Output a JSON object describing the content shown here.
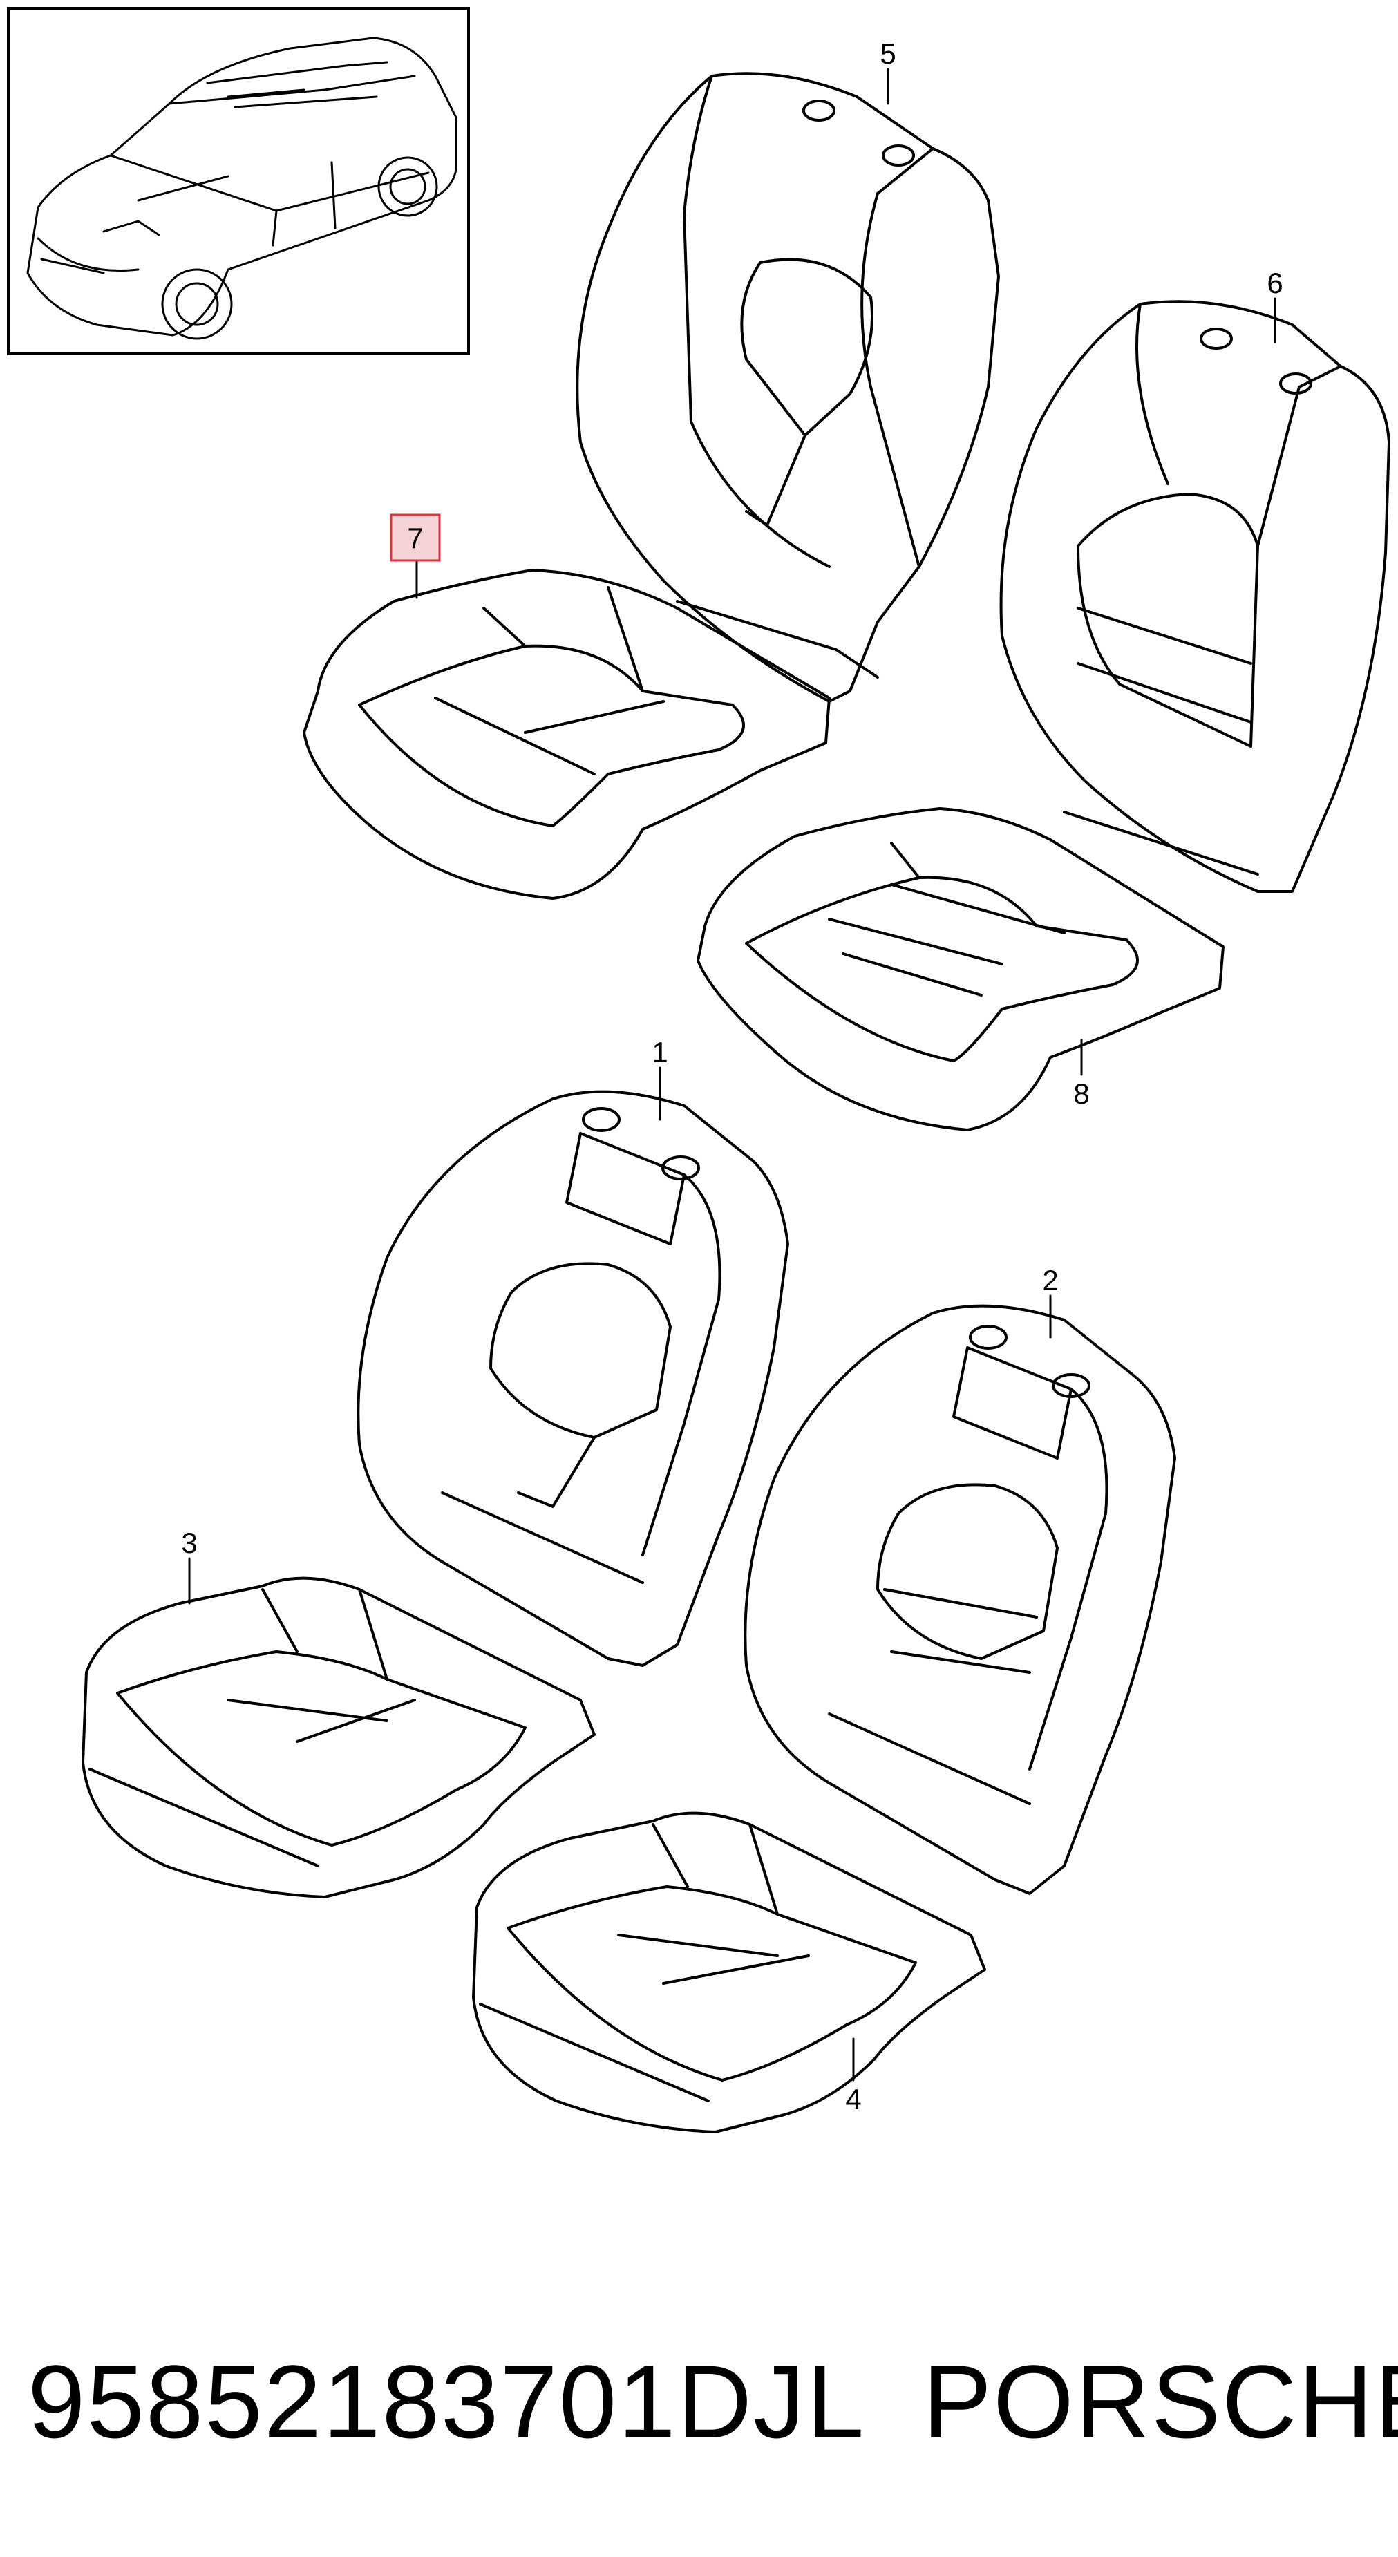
{
  "highlight": {
    "fill": "#f6d3d6",
    "stroke": "#d9343f"
  },
  "callouts": [
    {
      "id": "5",
      "label": "5"
    },
    {
      "id": "6",
      "label": "6"
    },
    {
      "id": "7",
      "label": "7",
      "highlighted": true
    },
    {
      "id": "8",
      "label": "8"
    },
    {
      "id": "1",
      "label": "1"
    },
    {
      "id": "2",
      "label": "2"
    },
    {
      "id": "3",
      "label": "3"
    },
    {
      "id": "4",
      "label": "4"
    }
  ],
  "footer": {
    "part_number": "95852183701DJL",
    "brand": "PORSCHE"
  }
}
